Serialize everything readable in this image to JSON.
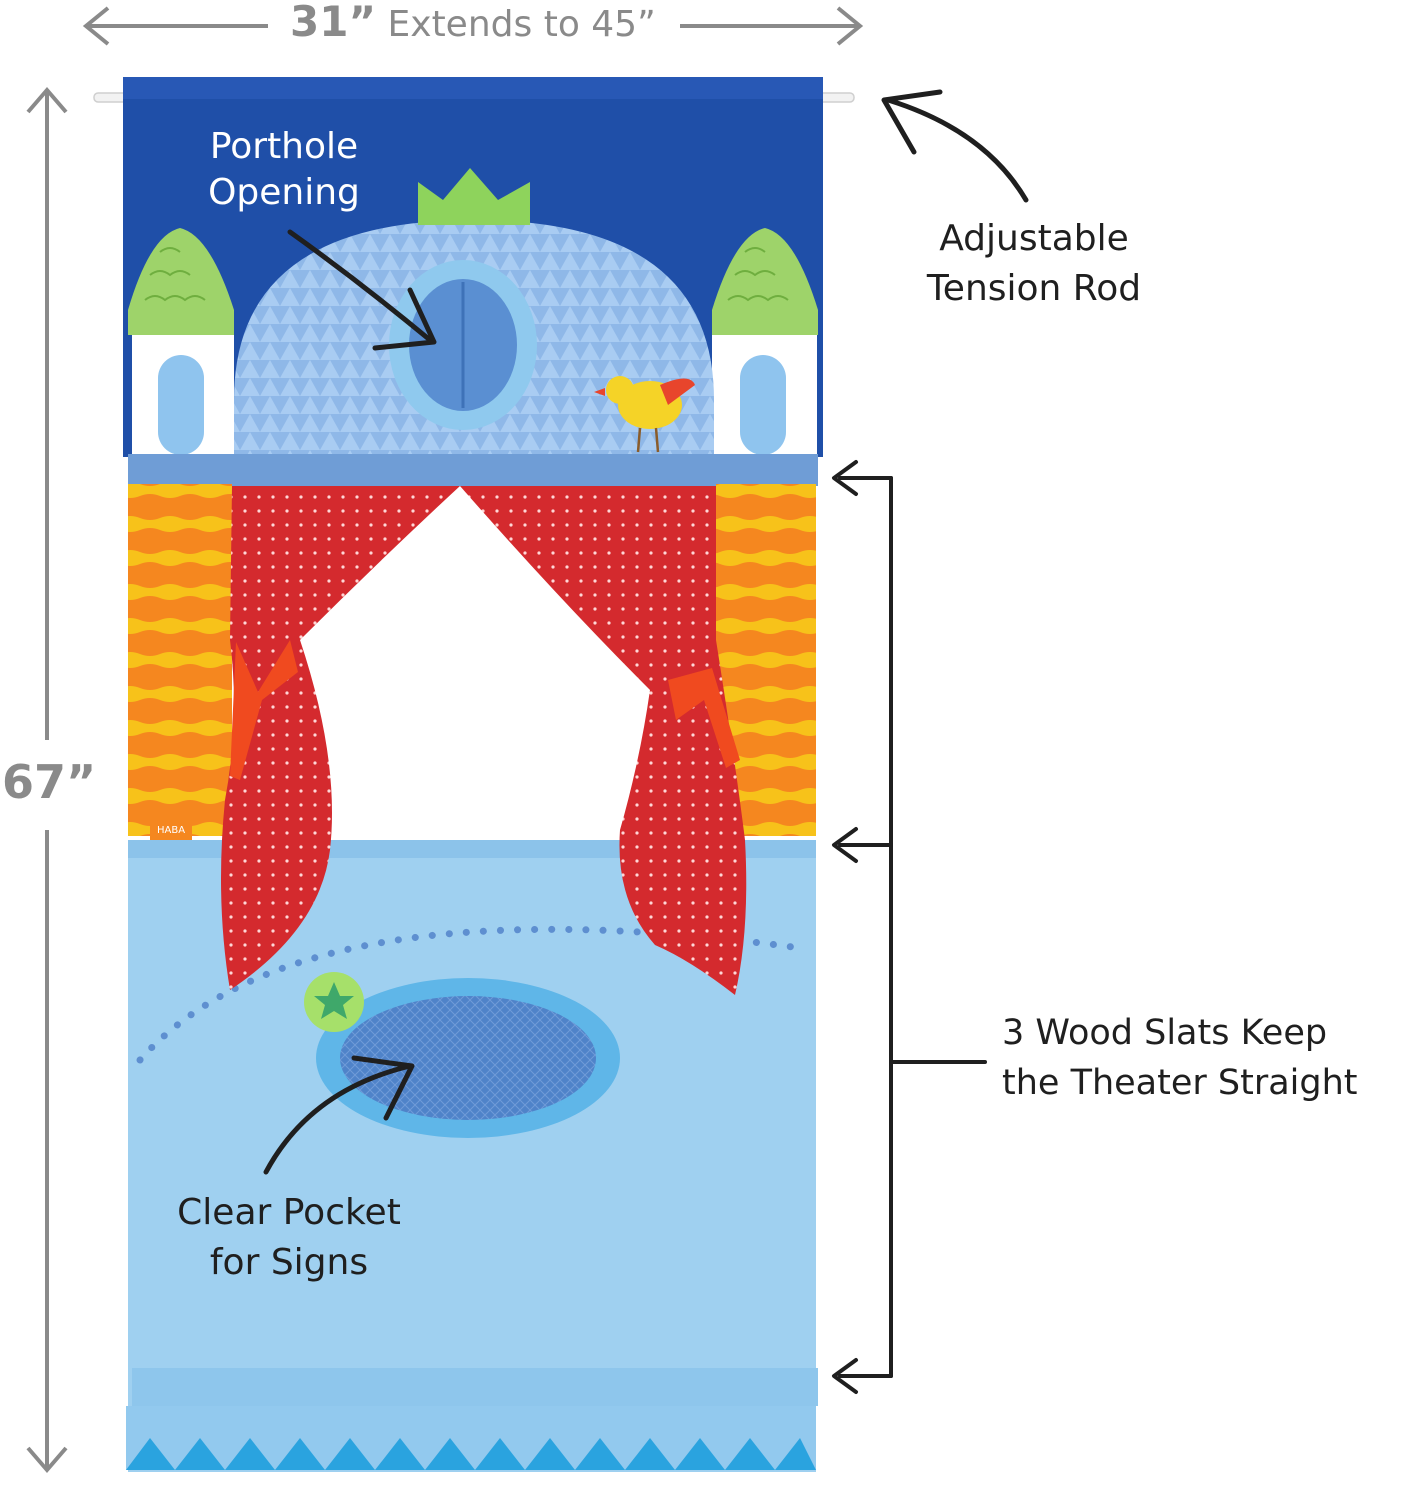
{
  "dimensions": {
    "width_min": "31”",
    "width_extends": "Extends to 45”",
    "height": "67”"
  },
  "callouts": {
    "porthole": [
      "Porthole",
      "Opening"
    ],
    "tension_rod": [
      "Adjustable",
      "Tension Rod"
    ],
    "wood_slats": [
      "3 Wood Slats Keep",
      "the Theater Straight"
    ],
    "clear_pocket": [
      "Clear Pocket",
      "for Signs"
    ]
  },
  "brand_tag": "HABA",
  "colors": {
    "banner_blue": "#1f4fa8",
    "dome_blue": "#8fb8e8",
    "curtain_red": "#d42a2e",
    "stripe_orange": "#f5871f",
    "stripe_yellow": "#f7c21a",
    "panel_light_blue": "#9fd0f0",
    "dimension_gray": "#8a8a8a"
  }
}
